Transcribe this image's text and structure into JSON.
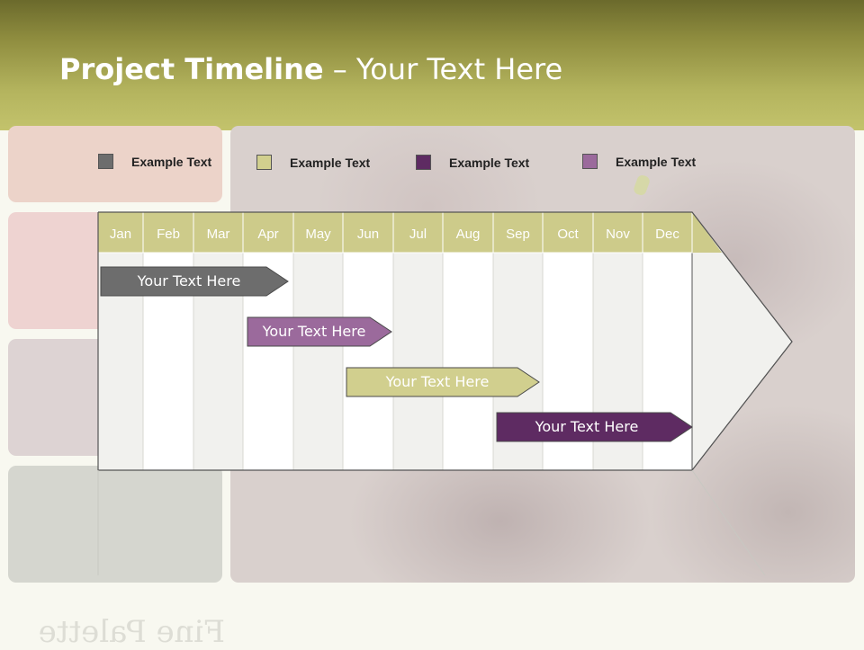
{
  "header": {
    "title_bold": "Project Timeline",
    "title_rest": " – Your Text Here"
  },
  "legend": [
    {
      "label": "Example Text",
      "color": "#6d6d6d"
    },
    {
      "label": "Example Text",
      "color": "#d1cf8e"
    },
    {
      "label": "Example Text",
      "color": "#5e2b62"
    },
    {
      "label": "Example Text",
      "color": "#9b6a9c"
    }
  ],
  "timeline": {
    "months": [
      "Jan",
      "Feb",
      "Mar",
      "Apr",
      "May",
      "Jun",
      "Jul",
      "Aug",
      "Sep",
      "Oct",
      "Nov",
      "Dec"
    ],
    "header_color": "#cdcb8a",
    "bars": [
      {
        "label": "Your  Text Here",
        "color": "#6d6d6d",
        "start_month": "Jan",
        "end_month": "Apr"
      },
      {
        "label": "Your  Text Here",
        "color": "#9b6a9c",
        "start_month": "Apr",
        "end_month": "Jun"
      },
      {
        "label": "Your  Text Here",
        "color": "#d1cf8e",
        "start_month": "Jun",
        "end_month": "Sep"
      },
      {
        "label": "Your  Text Here",
        "color": "#5e2b62",
        "start_month": "Sep",
        "end_month": "Dec"
      }
    ]
  },
  "watermark": "Fine Palette"
}
